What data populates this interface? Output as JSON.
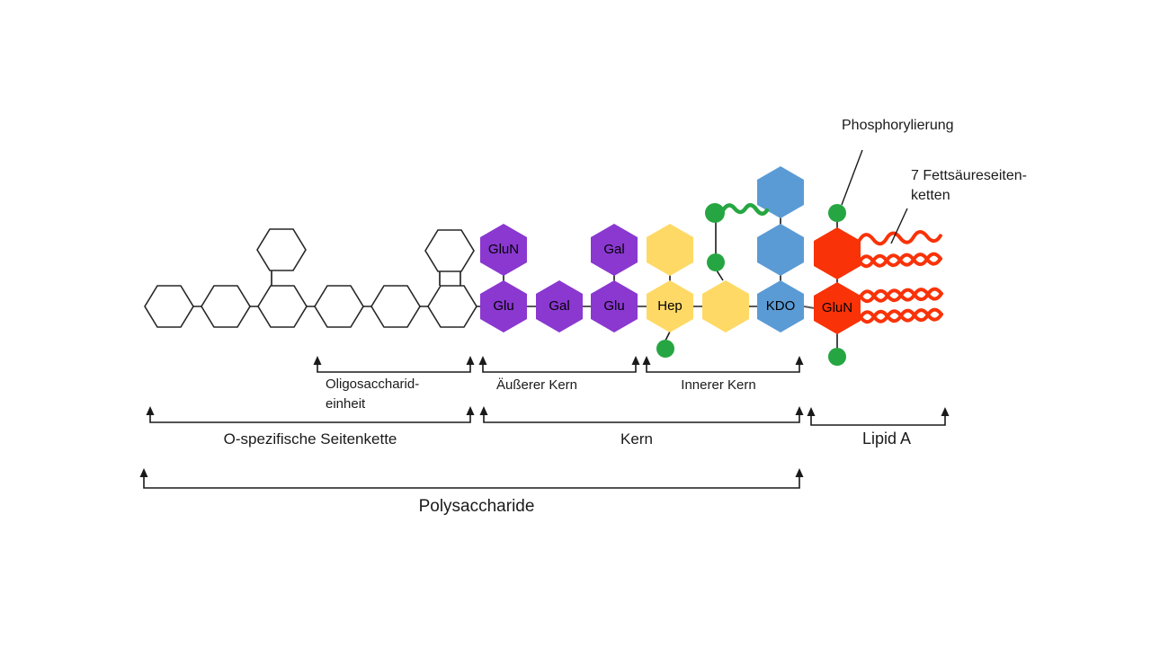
{
  "colors": {
    "purple": "#8A38D0",
    "yellow": "#FFD966",
    "blue": "#5B9BD5",
    "red": "#F93208",
    "green": "#26A642"
  },
  "sugars": {
    "glun_core": "GluN",
    "glu_1": "Glu",
    "gal_chain": "Gal",
    "gal_branch": "Gal",
    "glu_2": "Glu",
    "hep": "Hep",
    "kdo": "KDO",
    "glun_lipid": "GluN"
  },
  "callouts": {
    "phosphorylation": "Phosphorylierung",
    "fatty_acids_line1": "7 Fettsäureseiten-",
    "fatty_acids_line2": "ketten"
  },
  "regions": {
    "oligo_line1": "Oligosaccharid-",
    "oligo_line2": "einheit",
    "outer_core": "Äußerer Kern",
    "inner_core": "Innerer Kern",
    "o_specific": "O-spezifische Seitenkette",
    "core": "Kern",
    "lipid_a": "Lipid A",
    "polysaccharide": "Polysaccharide"
  }
}
